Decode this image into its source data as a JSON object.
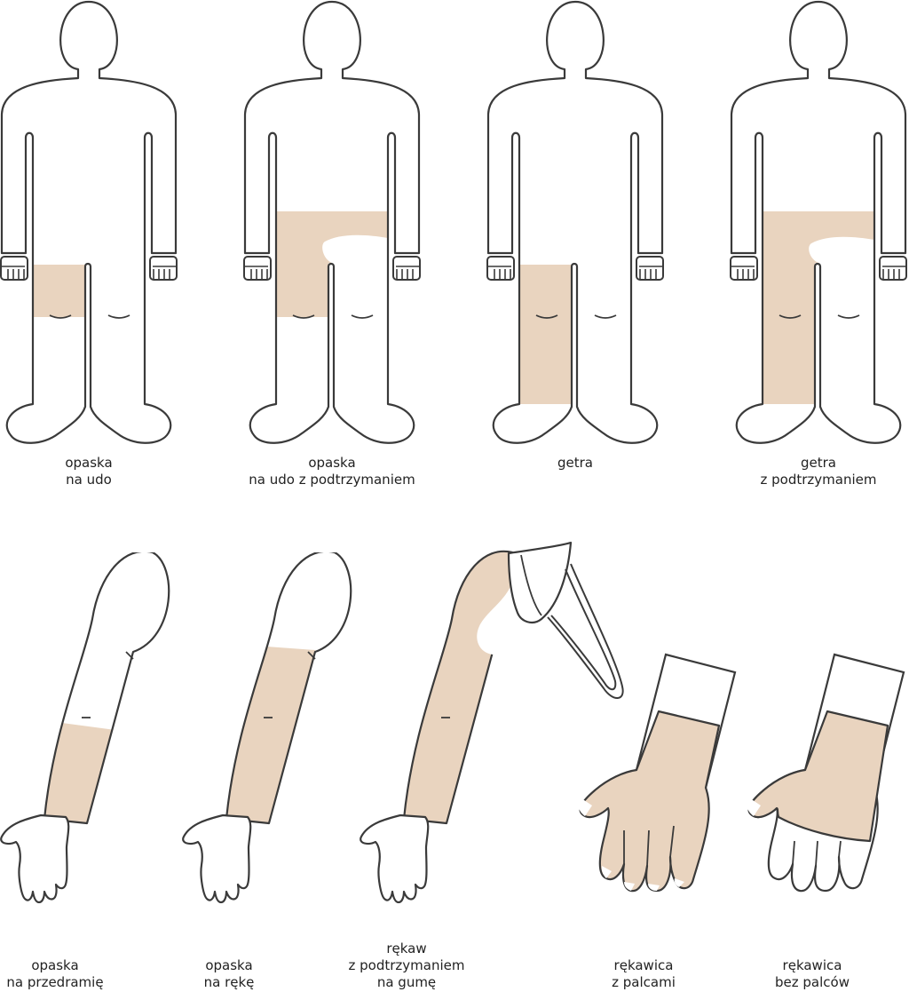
{
  "colors": {
    "fill": "#e9d4bf",
    "outline": "#3a3a3a",
    "background": "#ffffff"
  },
  "items": [
    {
      "id": "opaska-na-udo",
      "lines": [
        "opaska",
        "na udo"
      ]
    },
    {
      "id": "opaska-na-udo-z-podtrzymaniem",
      "lines": [
        "opaska",
        "na udo z podtrzymaniem"
      ]
    },
    {
      "id": "getra",
      "lines": [
        "getra"
      ]
    },
    {
      "id": "getra-z-podtrzymaniem",
      "lines": [
        "getra",
        "z podtrzymaniem"
      ]
    },
    {
      "id": "opaska-na-przedramie",
      "lines": [
        "opaska",
        "na przedramię"
      ]
    },
    {
      "id": "opaska-na-reke",
      "lines": [
        "opaska",
        "na rękę"
      ]
    },
    {
      "id": "rekaw-z-podtrzymaniem",
      "lines": [
        "rękaw",
        "z podtrzymaniem",
        "na gumę"
      ]
    },
    {
      "id": "rekawica-z-palcami",
      "lines": [
        "rękawica",
        "z palcami"
      ]
    },
    {
      "id": "rekawica-bez-palcow",
      "lines": [
        "rękawica",
        "bez palców"
      ]
    }
  ]
}
